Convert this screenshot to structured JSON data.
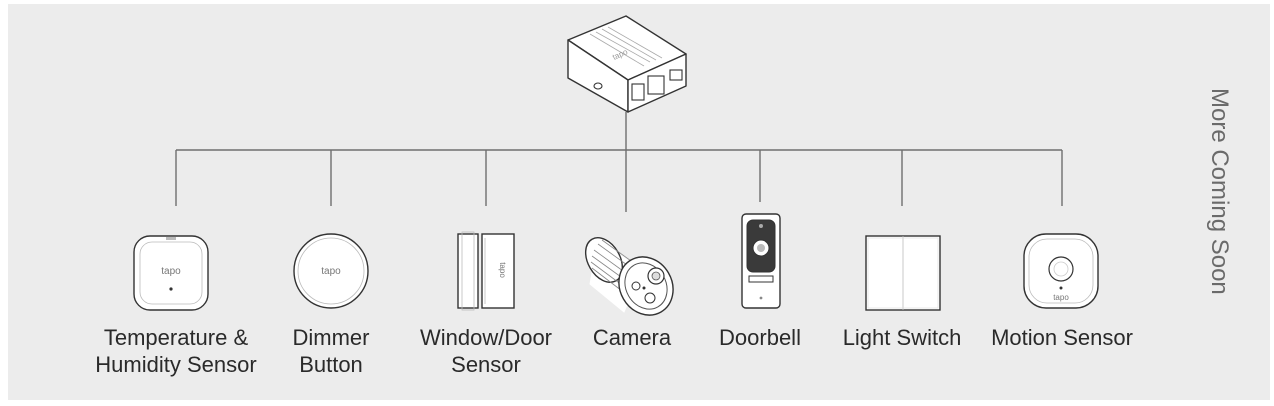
{
  "hub": {
    "logo_text": "tapo"
  },
  "devices": [
    {
      "id": "temp",
      "label_line1": "Temperature &",
      "label_line2": "Humidity Sensor",
      "logo_text": "tapo"
    },
    {
      "id": "dimmer",
      "label_line1": "Dimmer",
      "label_line2": "Button",
      "logo_text": "tapo"
    },
    {
      "id": "window",
      "label_line1": "Window/Door",
      "label_line2": "Sensor",
      "logo_text": "tapo"
    },
    {
      "id": "camera",
      "label_line1": "Camera",
      "label_line2": ""
    },
    {
      "id": "doorbell",
      "label_line1": "Doorbell",
      "label_line2": ""
    },
    {
      "id": "switch",
      "label_line1": "Light Switch",
      "label_line2": ""
    },
    {
      "id": "motion",
      "label_line1": "Motion Sensor",
      "label_line2": "",
      "logo_text": "tapo"
    }
  ],
  "side_note": "More Coming Soon",
  "colors": {
    "background": "#ececec",
    "line": "#6f6f6f",
    "device_stroke": "#333333",
    "text": "#2a2a2a"
  }
}
